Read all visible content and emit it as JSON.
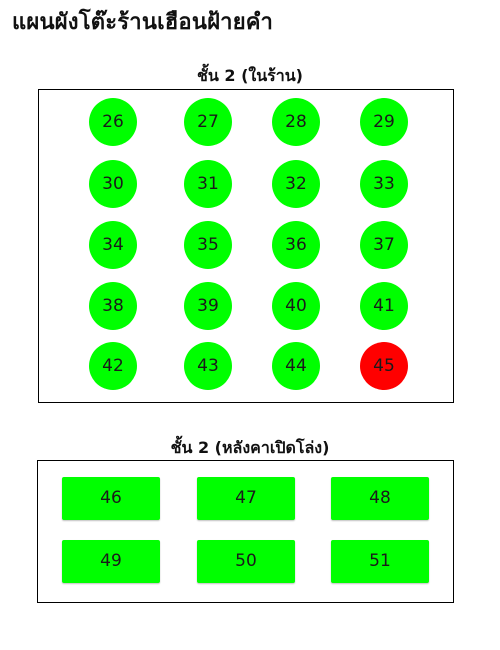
{
  "page": {
    "title": "แผนผังโต๊ะร้านเฮือนฝ้ายคำ"
  },
  "colors": {
    "available": "#00ff00",
    "occupied": "#ff0000"
  },
  "zones": [
    {
      "title": "ชั้น 2 (ในร้าน)",
      "shape": "round",
      "tables": [
        {
          "label": "26",
          "status": "available"
        },
        {
          "label": "27",
          "status": "available"
        },
        {
          "label": "28",
          "status": "available"
        },
        {
          "label": "29",
          "status": "available"
        },
        {
          "label": "30",
          "status": "available"
        },
        {
          "label": "31",
          "status": "available"
        },
        {
          "label": "32",
          "status": "available"
        },
        {
          "label": "33",
          "status": "available"
        },
        {
          "label": "34",
          "status": "available"
        },
        {
          "label": "35",
          "status": "available"
        },
        {
          "label": "36",
          "status": "available"
        },
        {
          "label": "37",
          "status": "available"
        },
        {
          "label": "38",
          "status": "available"
        },
        {
          "label": "39",
          "status": "available"
        },
        {
          "label": "40",
          "status": "available"
        },
        {
          "label": "41",
          "status": "available"
        },
        {
          "label": "42",
          "status": "available"
        },
        {
          "label": "43",
          "status": "available"
        },
        {
          "label": "44",
          "status": "available"
        },
        {
          "label": "45",
          "status": "occupied"
        }
      ]
    },
    {
      "title": "ชั้น 2 (หลังคาเปิดโล่ง)",
      "shape": "rect",
      "tables": [
        {
          "label": "46",
          "status": "available"
        },
        {
          "label": "47",
          "status": "available"
        },
        {
          "label": "48",
          "status": "available"
        },
        {
          "label": "49",
          "status": "available"
        },
        {
          "label": "50",
          "status": "available"
        },
        {
          "label": "51",
          "status": "available"
        }
      ]
    }
  ]
}
